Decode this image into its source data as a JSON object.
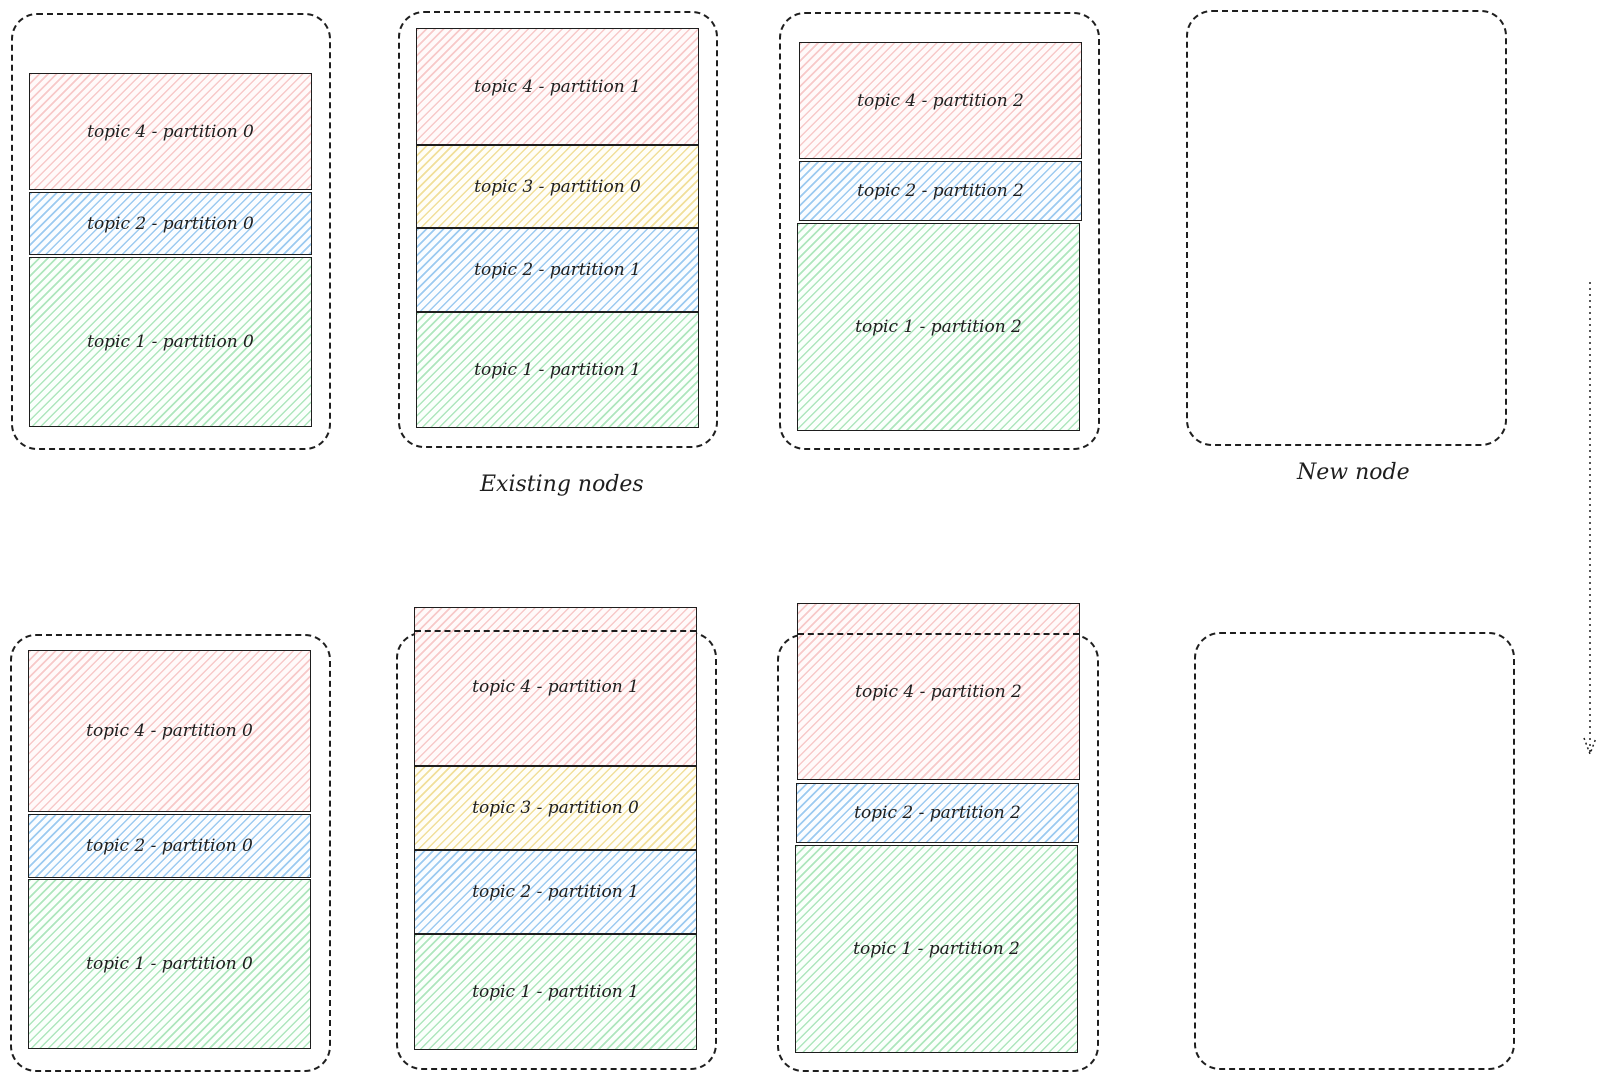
{
  "captions": {
    "existing_nodes": "Existing nodes",
    "new_node": "New node"
  },
  "before": {
    "node1": {
      "p_topic4": "topic 4 - partition 0",
      "p_topic2": "topic 2 - partition 0",
      "p_topic1": "topic 1 - partition 0"
    },
    "node2": {
      "p_topic4": "topic 4 - partition 1",
      "p_topic3": "topic 3 - partition 0",
      "p_topic2": "topic 2 - partition 1",
      "p_topic1": "topic 1 - partition 1"
    },
    "node3": {
      "p_topic4": "topic 4 - partition 2",
      "p_topic2": "topic 2 - partition 2",
      "p_topic1": "topic 1 - partition 2"
    }
  },
  "after": {
    "node1": {
      "p_topic4": "topic 4 - partition 0",
      "p_topic2": "topic 2 - partition 0",
      "p_topic1": "topic 1 - partition 0"
    },
    "node2": {
      "p_topic4": "topic 4 - partition 1",
      "p_topic3": "topic 3 - partition 0",
      "p_topic2": "topic 2 - partition 1",
      "p_topic1": "topic 1 - partition 1"
    },
    "node3": {
      "p_topic4": "topic 4 - partition 2",
      "p_topic2": "topic 2 - partition 2",
      "p_topic1": "topic 1 - partition 2"
    }
  },
  "colors": {
    "topic4": "#f7c9c9",
    "topic3": "#f1df9a",
    "topic2": "#9ccaf0",
    "topic1": "#aee6bd",
    "stroke": "#1e1e1e"
  }
}
